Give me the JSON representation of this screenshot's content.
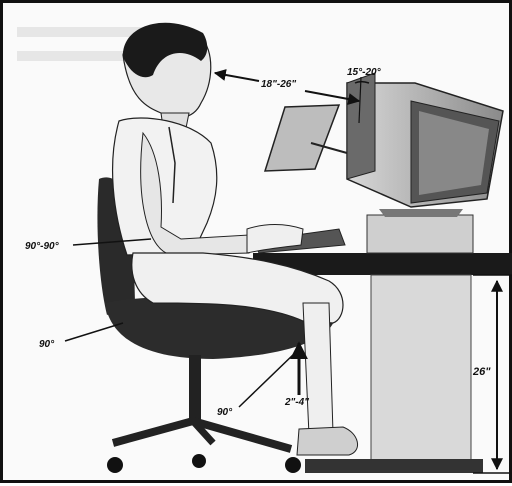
{
  "measurements": {
    "eye_distance": "18\"-26\"",
    "screen_tilt": "15°-20°",
    "elbow_angle": "90°-90°",
    "hip_angle": "90°",
    "knee_angle": "90°",
    "seat_clearance": "2\"-4\"",
    "desk_height": "26\""
  },
  "colors": {
    "ink": "#111111",
    "paper": "#fafafa"
  }
}
